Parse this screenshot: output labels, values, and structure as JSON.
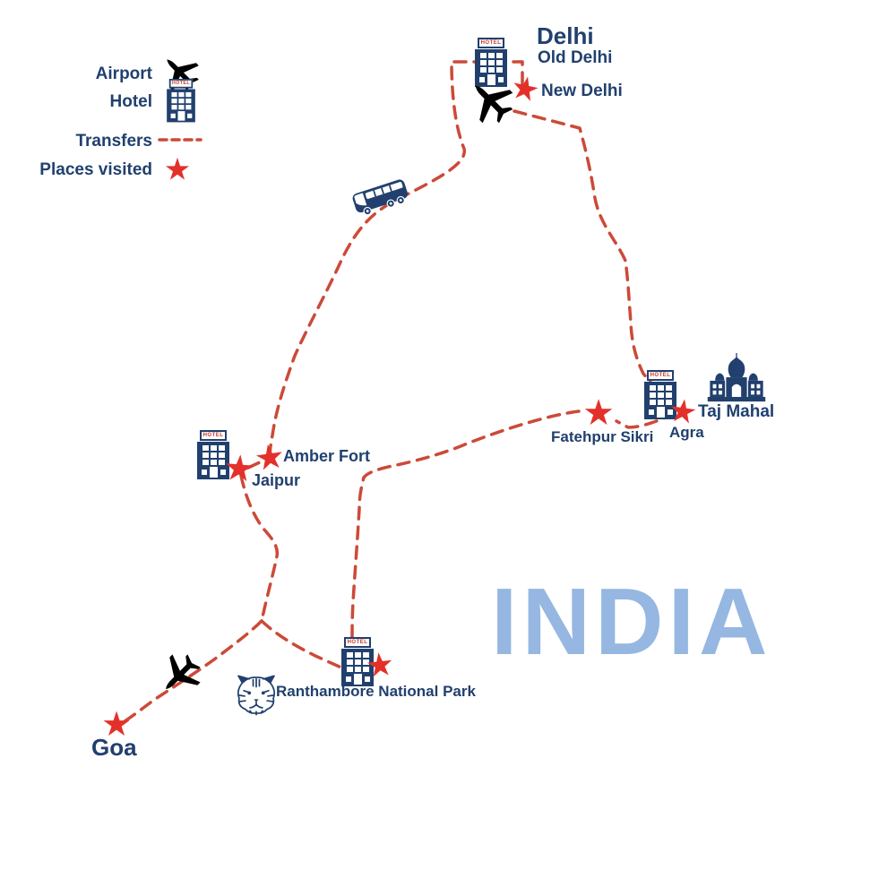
{
  "title": "INDIA",
  "hotel_sign": "HOTEL",
  "colors": {
    "navy": "#21406e",
    "star_red": "#e4302a",
    "dash_red": "#cc4a38",
    "india_blue": "#95b7e1",
    "background": "#ffffff"
  },
  "legend": {
    "items": [
      {
        "label": "Airport",
        "icon": "plane-icon"
      },
      {
        "label": "Hotel",
        "icon": "hotel-icon"
      },
      {
        "label": "Transfers",
        "icon": "transfer-dash-icon"
      },
      {
        "label": "Places visited",
        "icon": "star-icon"
      }
    ]
  },
  "locations": {
    "delhi": {
      "title": "Delhi",
      "old_delhi_label": "Old Delhi",
      "new_delhi_label": "New Delhi"
    },
    "agra": {
      "label": "Agra",
      "taj_mahal_label": "Taj Mahal"
    },
    "fatehpur_sikri": {
      "label": "Fatehpur Sikri"
    },
    "jaipur": {
      "label": "Jaipur",
      "amber_fort_label": "Amber Fort"
    },
    "ranthambore": {
      "label": "Ranthambore National Park"
    },
    "goa": {
      "label": "Goa"
    }
  },
  "routes": [
    {
      "from": "Delhi",
      "to": "Jaipur",
      "mode": "bus"
    },
    {
      "from": "Delhi",
      "to": "Agra",
      "mode": "transfer"
    },
    {
      "from": "Agra",
      "to": "Fatehpur Sikri",
      "mode": "transfer"
    },
    {
      "from": "Fatehpur Sikri",
      "to": "Ranthambore National Park",
      "mode": "transfer"
    },
    {
      "from": "Jaipur",
      "to": "Ranthambore National Park",
      "mode": "transfer"
    },
    {
      "from": "Jaipur",
      "to": "Goa",
      "mode": "plane"
    }
  ]
}
